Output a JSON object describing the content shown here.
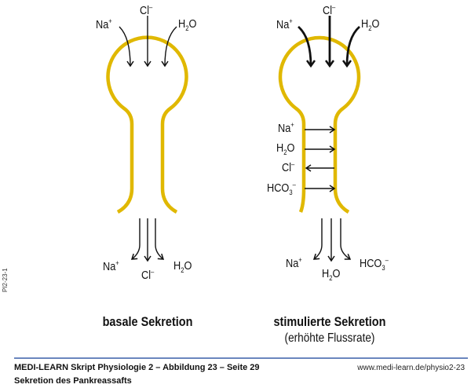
{
  "colors": {
    "duct": "#e0b800",
    "arrow": "#111111",
    "rule": "#3a5fa8"
  },
  "left": {
    "top_ions": {
      "na": [
        "Na",
        "+"
      ],
      "cl": [
        "Cl",
        "–"
      ],
      "h2o": [
        "H",
        "2",
        "O"
      ]
    },
    "bottom_ions": {
      "na": [
        "Na",
        "+"
      ],
      "cl": [
        "Cl",
        "–"
      ],
      "h2o": [
        "H",
        "2",
        "O"
      ]
    },
    "caption": "basale Sekretion"
  },
  "right": {
    "top_ions": {
      "na": [
        "Na",
        "+"
      ],
      "cl": [
        "Cl",
        "–"
      ],
      "h2o": [
        "H",
        "2",
        "O"
      ]
    },
    "side_ions": {
      "na": [
        "Na",
        "+"
      ],
      "h2o": [
        "H",
        "2",
        "O"
      ],
      "cl": [
        "Cl",
        "–"
      ],
      "hco3": [
        "HCO",
        "3",
        "–"
      ]
    },
    "bottom_ions": {
      "na": [
        "Na",
        "+"
      ],
      "h2o": [
        "H",
        "2",
        "O"
      ],
      "hco3": [
        "HCO",
        "3",
        "–"
      ]
    },
    "caption": "stimulierte Sekretion",
    "subcaption": "(erhöhte Flussrate)"
  },
  "side_code": "PI2-23-1",
  "footer": {
    "title": "MEDI-LEARN Skript Physiologie 2 – Abbildung 23 – Seite 29",
    "subtitle": "Sekretion des Pankreassafts",
    "url": "www.medi-learn.de/physio2-23"
  }
}
